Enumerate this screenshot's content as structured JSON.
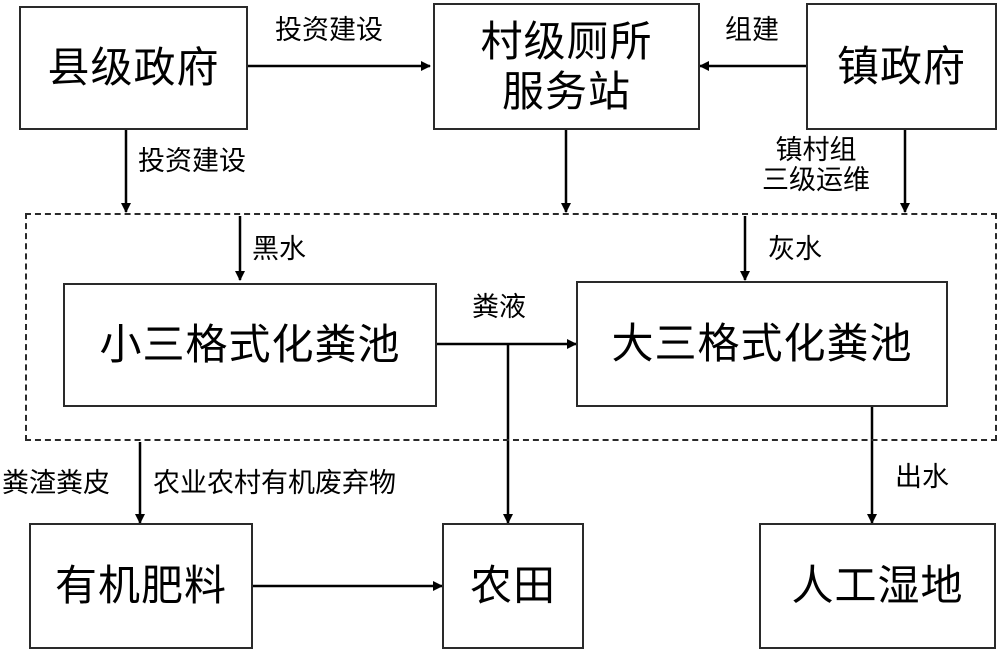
{
  "nodes": {
    "county_gov": "县级政府",
    "station": "村级厕所\n服务站",
    "town_gov": "镇政府",
    "small_tank": "小三格式化粪池",
    "large_tank": "大三格式化粪池",
    "fertilizer": "有机肥料",
    "farmland": "农田",
    "wetland": "人工湿地"
  },
  "edges": {
    "invest_top": "投资建设",
    "invest_left": "投资建设",
    "organize": "组建",
    "maintain": "镇村组\n三级运维",
    "black_water": "黑水",
    "grey_water": "灰水",
    "manure_liquid": "粪液",
    "residue": "粪渣粪皮",
    "waste": "农业农村有机废弃物",
    "outflow": "出水"
  }
}
